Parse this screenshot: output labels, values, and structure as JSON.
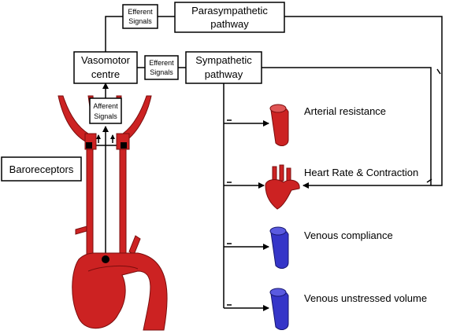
{
  "labels": {
    "efferent_top_line1": "Efferent",
    "efferent_top_line2": "Signals",
    "parasympathetic_line1": "Parasympathetic",
    "parasympathetic_line2": "pathway",
    "vasomotor_line1": "Vasomotor",
    "vasomotor_line2": "centre",
    "efferent_mid_line1": "Efferent",
    "efferent_mid_line2": "Signals",
    "sympathetic_line1": "Sympathetic",
    "sympathetic_line2": "pathway",
    "afferent_line1": "Afferent",
    "afferent_line2": "Signals",
    "baroreceptors": "Baroreceptors"
  },
  "effectors": [
    {
      "label": "Arterial resistance"
    },
    {
      "label": "Heart Rate & Contraction"
    },
    {
      "label": "Venous compliance"
    },
    {
      "label": "Venous unstressed volume"
    }
  ],
  "colors": {
    "artery_red": "#cc2222",
    "vein_blue": "#3535c8",
    "line_black": "#000000"
  }
}
